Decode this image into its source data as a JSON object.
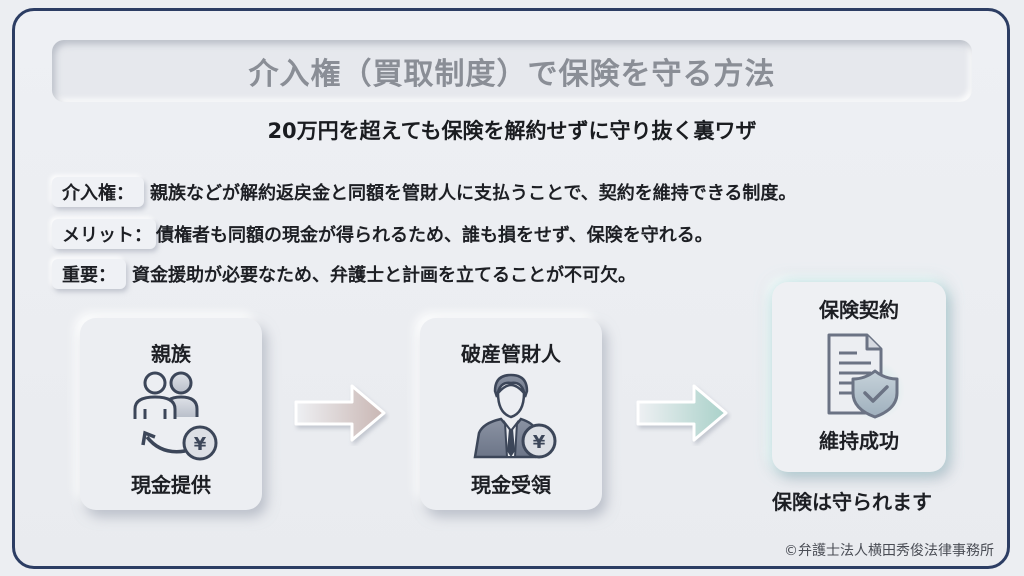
{
  "title": "介入権（買取制度）で保険を守る方法",
  "subtitle": "20万円を超えても保険を解約せずに守り抜く裏ワザ",
  "definitions": [
    {
      "label": "介入権：",
      "text": "親族などが解約返戻金と同額を管財人に支払うことで、契約を維持できる制度。"
    },
    {
      "label": "メリット：",
      "text": "債権者も同額の現金が得られるため、誰も損をせず、保険を守れる。"
    },
    {
      "label": "重要：",
      "text": "資金援助が必要なため、弁護士と計画を立てることが不可欠。"
    }
  ],
  "flow": [
    {
      "title": "親族",
      "icon": "family-yen-icon",
      "subtitle": "現金提供"
    },
    {
      "title": "破産管財人",
      "icon": "trustee-yen-icon",
      "subtitle": "現金受領"
    },
    {
      "title": "保険契約",
      "icon": "document-shield-icon",
      "subtitle": "維持成功"
    }
  ],
  "arrows": [
    {
      "icon": "arrow-right-icon",
      "color_tip": "#c9b6b3"
    },
    {
      "icon": "arrow-right-icon",
      "color_tip": "#a9d1c9"
    }
  ],
  "caption": "保険は守られます",
  "copyright": "©弁護士法人横田秀俊法律事務所",
  "colors": {
    "frame_border": "#2c3d63",
    "background": "#eceef2",
    "title_text": "#8a8e96",
    "icon_stroke": "#3c4659",
    "glow": "#96d6d2"
  }
}
